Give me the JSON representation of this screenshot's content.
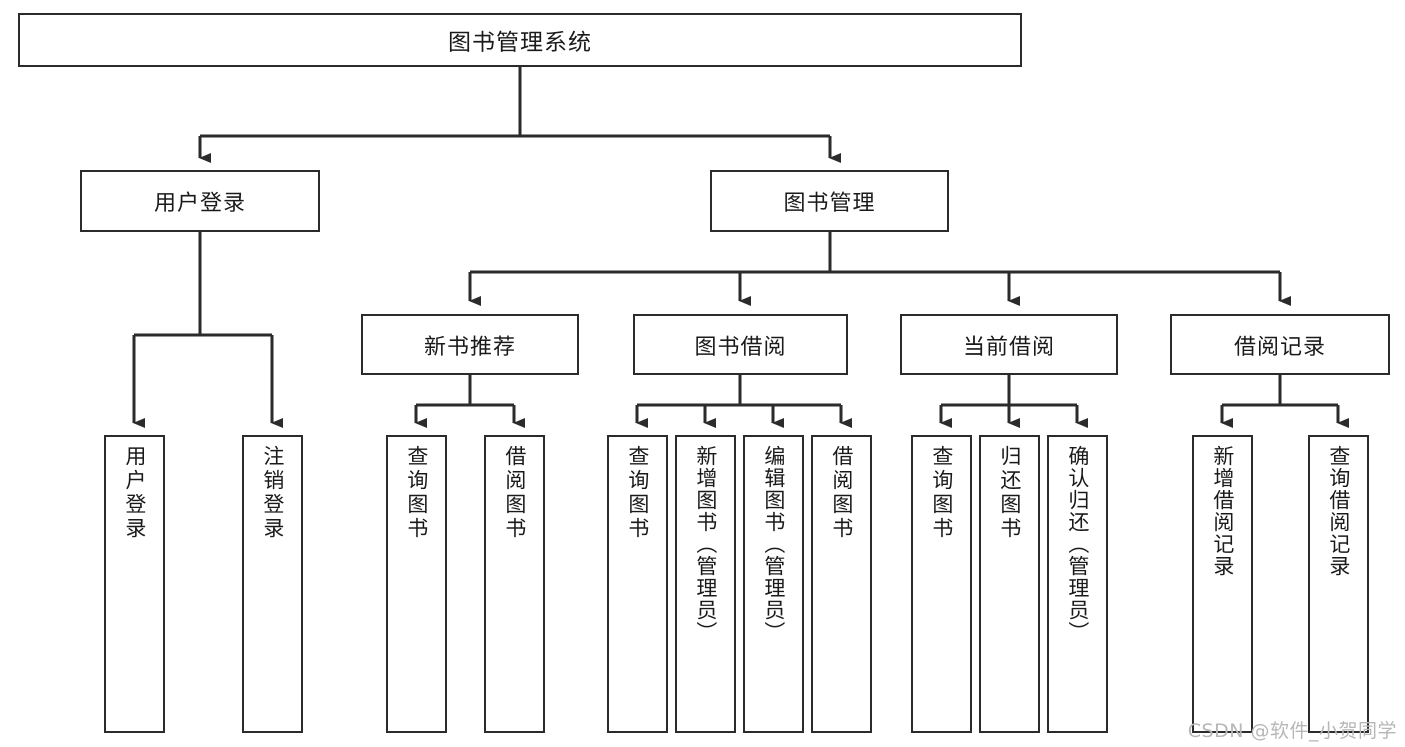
{
  "diagram": {
    "type": "tree",
    "title": "图书管理系统",
    "root": {
      "id": "root",
      "label": "图书管理系统"
    },
    "level2": [
      {
        "id": "user-login",
        "label": "用户登录"
      },
      {
        "id": "book-manage",
        "label": "图书管理"
      }
    ],
    "level3": [
      {
        "id": "new-book-rec",
        "label": "新书推荐",
        "parent": "book-manage"
      },
      {
        "id": "book-borrow",
        "label": "图书借阅",
        "parent": "book-manage"
      },
      {
        "id": "current-borrow",
        "label": "当前借阅",
        "parent": "book-manage"
      },
      {
        "id": "borrow-record",
        "label": "借阅记录",
        "parent": "book-manage"
      }
    ],
    "leaves": {
      "user-login": [
        {
          "id": "leaf-user-login",
          "label": "用户登录"
        },
        {
          "id": "leaf-user-logout",
          "label": "注销登录"
        }
      ],
      "new-book-rec": [
        {
          "id": "leaf-query-book-1",
          "label": "查询图书"
        },
        {
          "id": "leaf-borrow-book-1",
          "label": "借阅图书"
        }
      ],
      "book-borrow": [
        {
          "id": "leaf-query-book-2",
          "label": "查询图书"
        },
        {
          "id": "leaf-add-book",
          "label": "新增图书（管理员）"
        },
        {
          "id": "leaf-edit-book",
          "label": "编辑图书（管理员）"
        },
        {
          "id": "leaf-borrow-book-2",
          "label": "借阅图书"
        }
      ],
      "current-borrow": [
        {
          "id": "leaf-query-book-3",
          "label": "查询图书"
        },
        {
          "id": "leaf-return-book",
          "label": "归还图书"
        },
        {
          "id": "leaf-confirm-return",
          "label": "确认归还（管理员）"
        }
      ],
      "borrow-record": [
        {
          "id": "leaf-add-record",
          "label": "新增借阅记录"
        },
        {
          "id": "leaf-query-record",
          "label": "查询借阅记录"
        }
      ]
    }
  },
  "watermark": {
    "text": "CSDN @软件_小贺同学"
  },
  "colors": {
    "stroke": "#2b2b2b",
    "fill": "#ffffff",
    "text": "#1a1a1a",
    "watermark": "#b7b7b7"
  }
}
